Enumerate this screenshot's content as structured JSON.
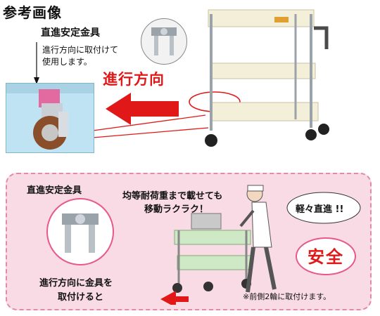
{
  "title": "参考画像",
  "top": {
    "bracket_title": "直進安定金具",
    "note_line1": "進行方向に取付けて",
    "note_line2": "使用します。",
    "direction_label": "進行方向"
  },
  "bottom": {
    "bracket_title": "直進安定金具",
    "load_note_line1": "均等耐荷重まで載せても",
    "load_note_line2": "移動ラクラク！",
    "straight_bubble": "軽々直進 !!",
    "safety": "安全",
    "note_line1": "進行方向に金具を",
    "note_line2": "取付けると",
    "footnote": "※前側2輪に取付けます。"
  },
  "colors": {
    "accent_red": "#e01818",
    "panel_pink": "#f9dbe6",
    "panel_border": "#e48aa9",
    "cart_ivory": "#f3efd8",
    "cart_green": "#cfe8c6",
    "caster_bg": "#bfe3f2"
  }
}
